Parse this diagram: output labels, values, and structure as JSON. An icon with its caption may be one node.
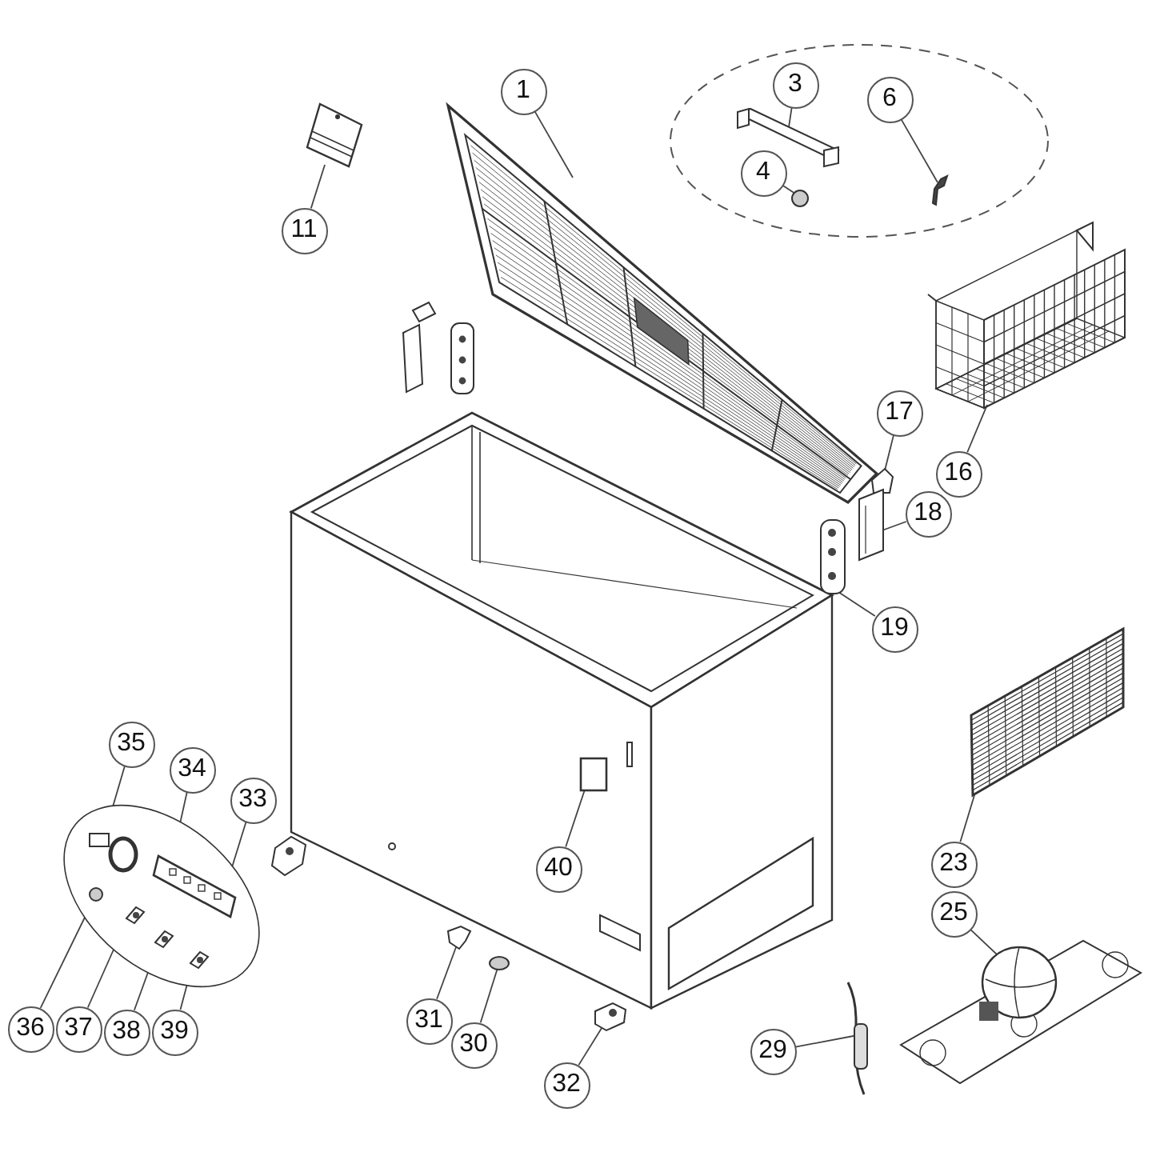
{
  "diagram": {
    "nodes": [
      {
        "text": [
          "1"
        ]
      },
      {
        "text": [
          "3"
        ]
      },
      {
        "text": [
          "4"
        ]
      },
      {
        "text": [
          "6"
        ]
      },
      {
        "text": [
          "11"
        ]
      },
      {
        "text": [
          "16"
        ]
      },
      {
        "text": [
          "17"
        ]
      },
      {
        "text": [
          "18"
        ]
      },
      {
        "text": [
          "19"
        ]
      },
      {
        "text": [
          "23"
        ]
      },
      {
        "text": [
          "25"
        ]
      },
      {
        "text": [
          "29"
        ]
      },
      {
        "text": [
          "30"
        ]
      },
      {
        "text": [
          "31"
        ]
      },
      {
        "text": [
          "32"
        ]
      },
      {
        "text": [
          "33"
        ]
      },
      {
        "text": [
          "34"
        ]
      },
      {
        "text": [
          "35"
        ]
      },
      {
        "text": [
          "36"
        ]
      },
      {
        "text": [
          "37"
        ]
      },
      {
        "text": [
          "38"
        ]
      },
      {
        "text": [
          "39"
        ]
      },
      {
        "text": [
          "40"
        ]
      },
      {
        "text": [],
        "shape": "picture"
      },
      {
        "text": [],
        "shape": "picture"
      },
      {
        "text": [],
        "shape": "circle"
      },
      {
        "text": [],
        "shape": "picture"
      },
      {
        "text": [],
        "shape": "picture"
      },
      {
        "text": [],
        "shape": "picture"
      },
      {
        "text": [],
        "shape": "picture"
      },
      {
        "text": [],
        "shape": "picture"
      },
      {
        "text": [],
        "shape": "picture"
      },
      {
        "text": [],
        "shape": "picture"
      },
      {
        "text": [],
        "shape": "picture"
      },
      {
        "text": [],
        "shape": "bar"
      },
      {
        "text": [],
        "shape": "circle"
      },
      {
        "text": [],
        "shape": "picture"
      },
      {
        "text": [],
        "shape": "picture"
      },
      {
        "text": [],
        "shape": "picture"
      },
      {
        "text": [],
        "shape": "picture",
        "in": 38
      },
      {
        "text": [],
        "shape": "picture",
        "in": 38
      },
      {
        "text": [],
        "shape": "circle",
        "in": 38
      },
      {
        "text": [],
        "shape": "picture",
        "in": 38
      },
      {
        "text": [],
        "shape": "picture",
        "in": 38
      },
      {
        "text": [],
        "shape": "picture",
        "in": 38
      },
      {
        "text": [],
        "shape": "box"
      }
    ],
    "edges": [
      {
        "from": 0,
        "to": 23,
        "arrow": "none"
      },
      {
        "from": 1,
        "to": 24,
        "arrow": "none"
      },
      {
        "from": 2,
        "to": 25,
        "arrow": "none"
      },
      {
        "from": 3,
        "to": 26,
        "arrow": "none"
      },
      {
        "from": 4,
        "to": 27,
        "arrow": "none"
      },
      {
        "from": 5,
        "to": 28,
        "arrow": "none"
      },
      {
        "from": 6,
        "to": 29,
        "arrow": "none"
      },
      {
        "from": 7,
        "to": 30,
        "arrow": "none"
      },
      {
        "from": 8,
        "to": 31,
        "arrow": "none"
      },
      {
        "from": 9,
        "to": 32,
        "arrow": "none"
      },
      {
        "from": 10,
        "to": 33,
        "arrow": "none"
      },
      {
        "from": 11,
        "to": 34,
        "arrow": "none"
      },
      {
        "from": 12,
        "to": 35,
        "arrow": "none"
      },
      {
        "from": 13,
        "to": 36,
        "arrow": "none"
      },
      {
        "from": 14,
        "to": 37,
        "arrow": "none"
      },
      {
        "from": 15,
        "to": 38,
        "arrow": "none"
      },
      {
        "from": 16,
        "to": 39,
        "arrow": "none"
      },
      {
        "from": 17,
        "to": 40,
        "arrow": "none"
      },
      {
        "from": 18,
        "to": 41,
        "arrow": "none"
      },
      {
        "from": 19,
        "to": 42,
        "arrow": "none"
      },
      {
        "from": 20,
        "to": 43,
        "arrow": "none"
      },
      {
        "from": 21,
        "to": 44,
        "arrow": "none"
      },
      {
        "from": 22,
        "to": 45,
        "arrow": "none"
      }
    ]
  }
}
